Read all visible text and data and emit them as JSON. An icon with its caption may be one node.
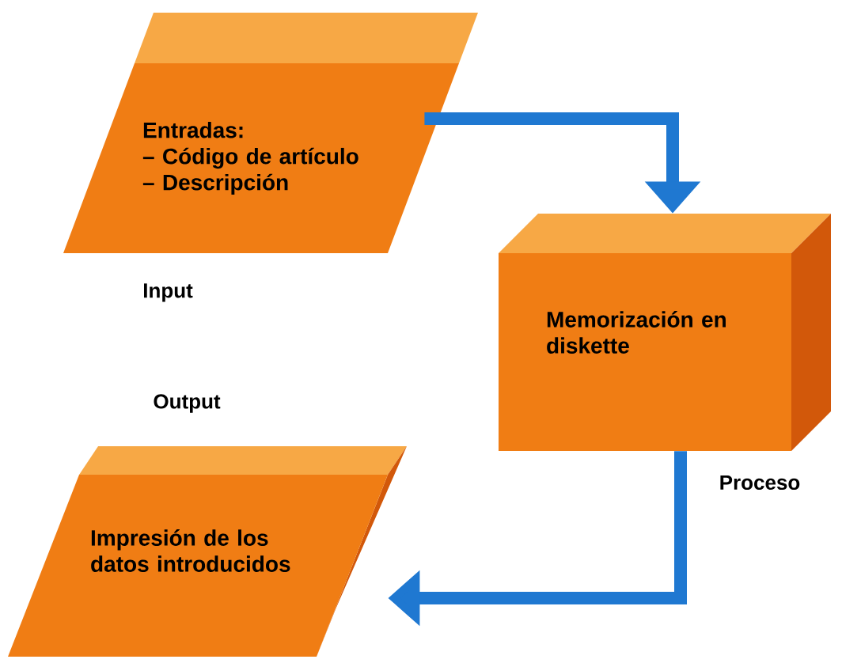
{
  "diagram": {
    "nodes": [
      {
        "text": [
          "Entradas:",
          "– Código de artículo",
          "– Descripción"
        ],
        "beside": [
          "Input"
        ]
      },
      {
        "text": [
          "Memorización en diskette"
        ],
        "beside": [
          "Proceso"
        ]
      },
      {
        "text": [
          "Impresión de los datos introducidos"
        ],
        "beside": [
          "Output"
        ]
      }
    ],
    "edges": [
      {
        "from": 0,
        "to": 1,
        "arrow": "to"
      },
      {
        "from": 1,
        "to": 2,
        "arrow": "to"
      }
    ]
  }
}
